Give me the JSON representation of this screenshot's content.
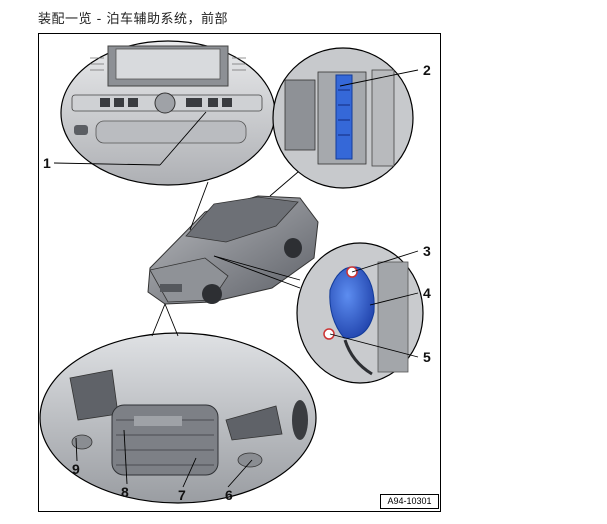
{
  "document": {
    "title": "装配一览 - 泊车辅助系统，前部",
    "figure_ref": "A94-10301"
  },
  "callouts": [
    "1",
    "2",
    "3",
    "4",
    "5",
    "6",
    "7",
    "8",
    "9"
  ]
}
